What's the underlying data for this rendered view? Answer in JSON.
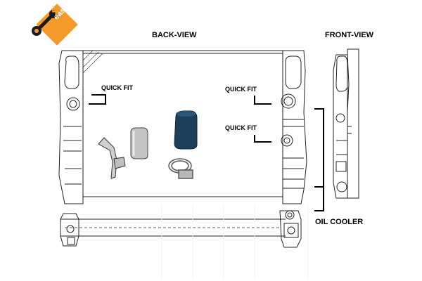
{
  "brand": {
    "logo_text": "easyfit",
    "logo_color": "#f39a2a",
    "icon": "wrench-icon"
  },
  "views": {
    "back_view_title": "BACK-VIEW",
    "front_view_title": "FRONT-VIEW"
  },
  "callouts": {
    "quick_fit_left": "QUICK FIT",
    "quick_fit_right_top": "QUICK FIT",
    "quick_fit_right_bottom": "QUICK FIT",
    "oil_cooler": "OIL COOLER"
  },
  "accessories": [
    "clip-icon",
    "bracket-icon",
    "hose-icon",
    "hose-clamp-icon"
  ],
  "colors": {
    "line": "#222222",
    "hose": "#1e3f5a",
    "metal": "#b8b8b8"
  }
}
